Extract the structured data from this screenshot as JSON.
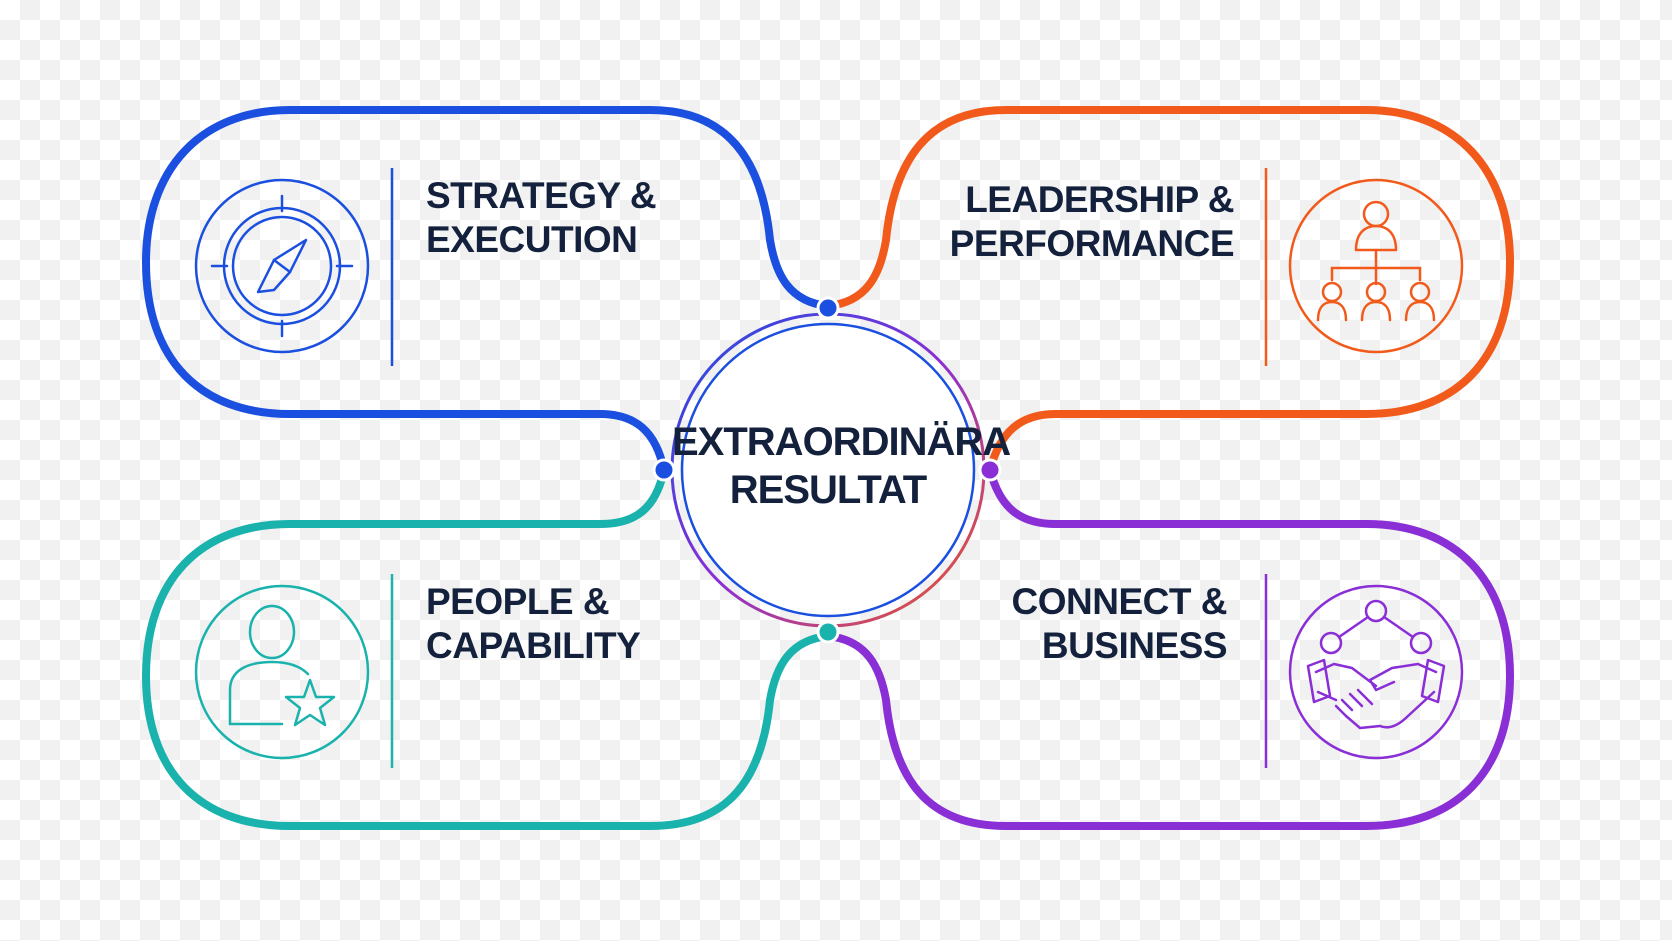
{
  "center": {
    "line1": "EXTRAORDINÄRA",
    "line2": "RESULTAT"
  },
  "quadrants": [
    {
      "id": "strategy",
      "line1": "STRATEGY &",
      "line2": "EXECUTION",
      "icon": "compass-icon",
      "color": "#1a4fe0"
    },
    {
      "id": "leadership",
      "line1": "LEADERSHIP &",
      "line2": "PERFORMANCE",
      "icon": "org-chart-icon",
      "color": "#f25a1c"
    },
    {
      "id": "people",
      "line1": "PEOPLE &",
      "line2": "CAPABILITY",
      "icon": "person-star-icon",
      "color": "#1ab2ad"
    },
    {
      "id": "connect",
      "line1": "CONNECT &",
      "line2": "BUSINESS",
      "icon": "handshake-network-icon",
      "color": "#8a2ed6"
    }
  ]
}
